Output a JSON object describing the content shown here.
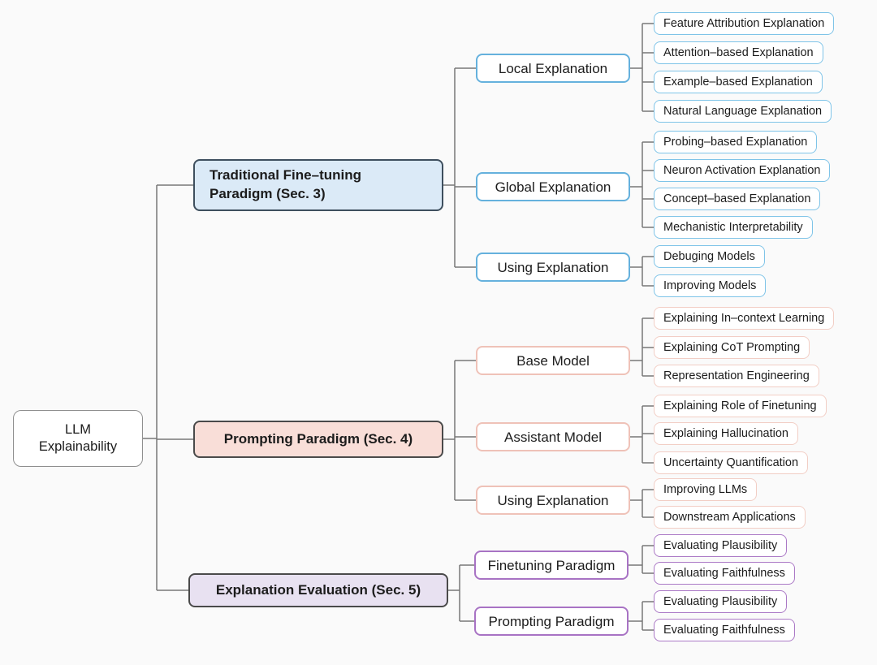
{
  "root": {
    "label": "LLM Explainability"
  },
  "colors": {
    "background": "#fafafa",
    "connector": "#777777",
    "branch_blue": {
      "header_fill": "#dbeaf7",
      "header_border": "#3e4f5e",
      "node_border": "#65b1dd",
      "leaf_border": "#7fc4e8"
    },
    "branch_pink": {
      "header_fill": "#f9ded8",
      "header_border": "#4a4a4a",
      "node_border": "#efc2b8",
      "leaf_border": "#f2cec5"
    },
    "branch_purple": {
      "header_fill": "#e8e1f1",
      "header_border": "#4a4a4a",
      "node_border": "#a873c4",
      "leaf_border": "#ab79c6"
    }
  },
  "branches": [
    {
      "label": "Traditional Fine–tuning Paradigm (Sec. 3)",
      "groups": [
        {
          "label": "Local Explanation",
          "leaves": [
            "Feature Attribution Explanation",
            "Attention–based Explanation",
            "Example–based Explanation",
            "Natural Language Explanation"
          ]
        },
        {
          "label": "Global Explanation",
          "leaves": [
            "Probing–based Explanation",
            "Neuron Activation Explanation",
            "Concept–based Explanation",
            "Mechanistic Interpretability"
          ]
        },
        {
          "label": "Using Explanation",
          "leaves": [
            "Debuging Models",
            "Improving Models"
          ]
        }
      ]
    },
    {
      "label": "Prompting Paradigm (Sec. 4)",
      "groups": [
        {
          "label": "Base Model",
          "leaves": [
            "Explaining In–context Learning",
            "Explaining CoT Prompting",
            "Representation Engineering"
          ]
        },
        {
          "label": "Assistant Model",
          "leaves": [
            "Explaining Role of Finetuning",
            "Explaining Hallucination",
            "Uncertainty Quantification"
          ]
        },
        {
          "label": "Using Explanation",
          "leaves": [
            "Improving LLMs",
            "Downstream Applications"
          ]
        }
      ]
    },
    {
      "label": "Explanation Evaluation (Sec. 5)",
      "groups": [
        {
          "label": "Finetuning Paradigm",
          "leaves": [
            "Evaluating Plausibility",
            "Evaluating Faithfulness"
          ]
        },
        {
          "label": "Prompting Paradigm",
          "leaves": [
            "Evaluating Plausibility",
            "Evaluating Faithfulness"
          ]
        }
      ]
    }
  ]
}
